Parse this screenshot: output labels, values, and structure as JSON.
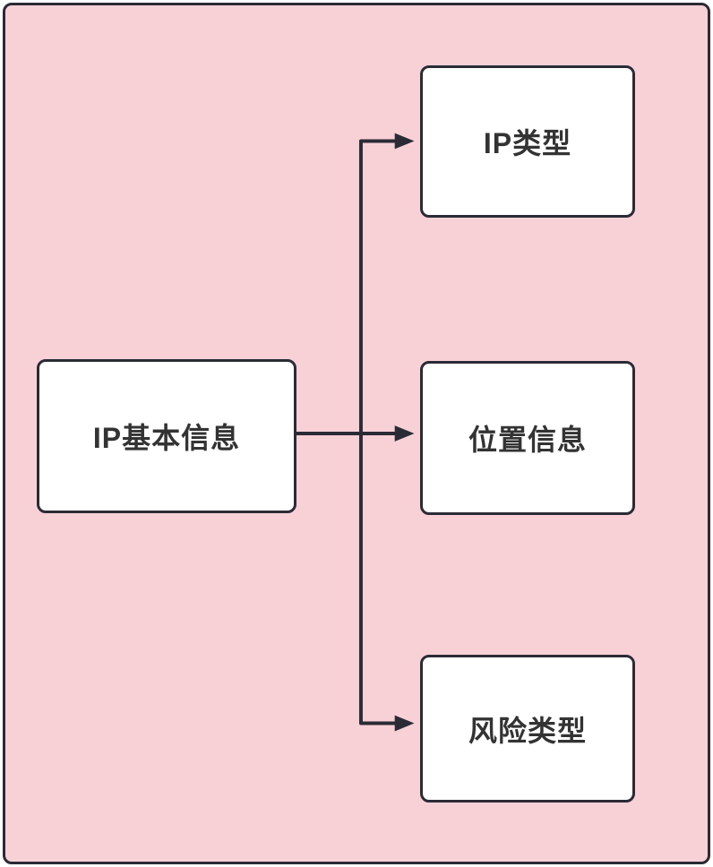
{
  "diagram": {
    "background_color": "#f8d1d7",
    "line_color": "#2b2b36",
    "node_fill": "#ffffff",
    "root": {
      "label": "IP基本信息"
    },
    "children": [
      {
        "label": "IP类型"
      },
      {
        "label": "位置信息"
      },
      {
        "label": "风险类型"
      }
    ]
  }
}
